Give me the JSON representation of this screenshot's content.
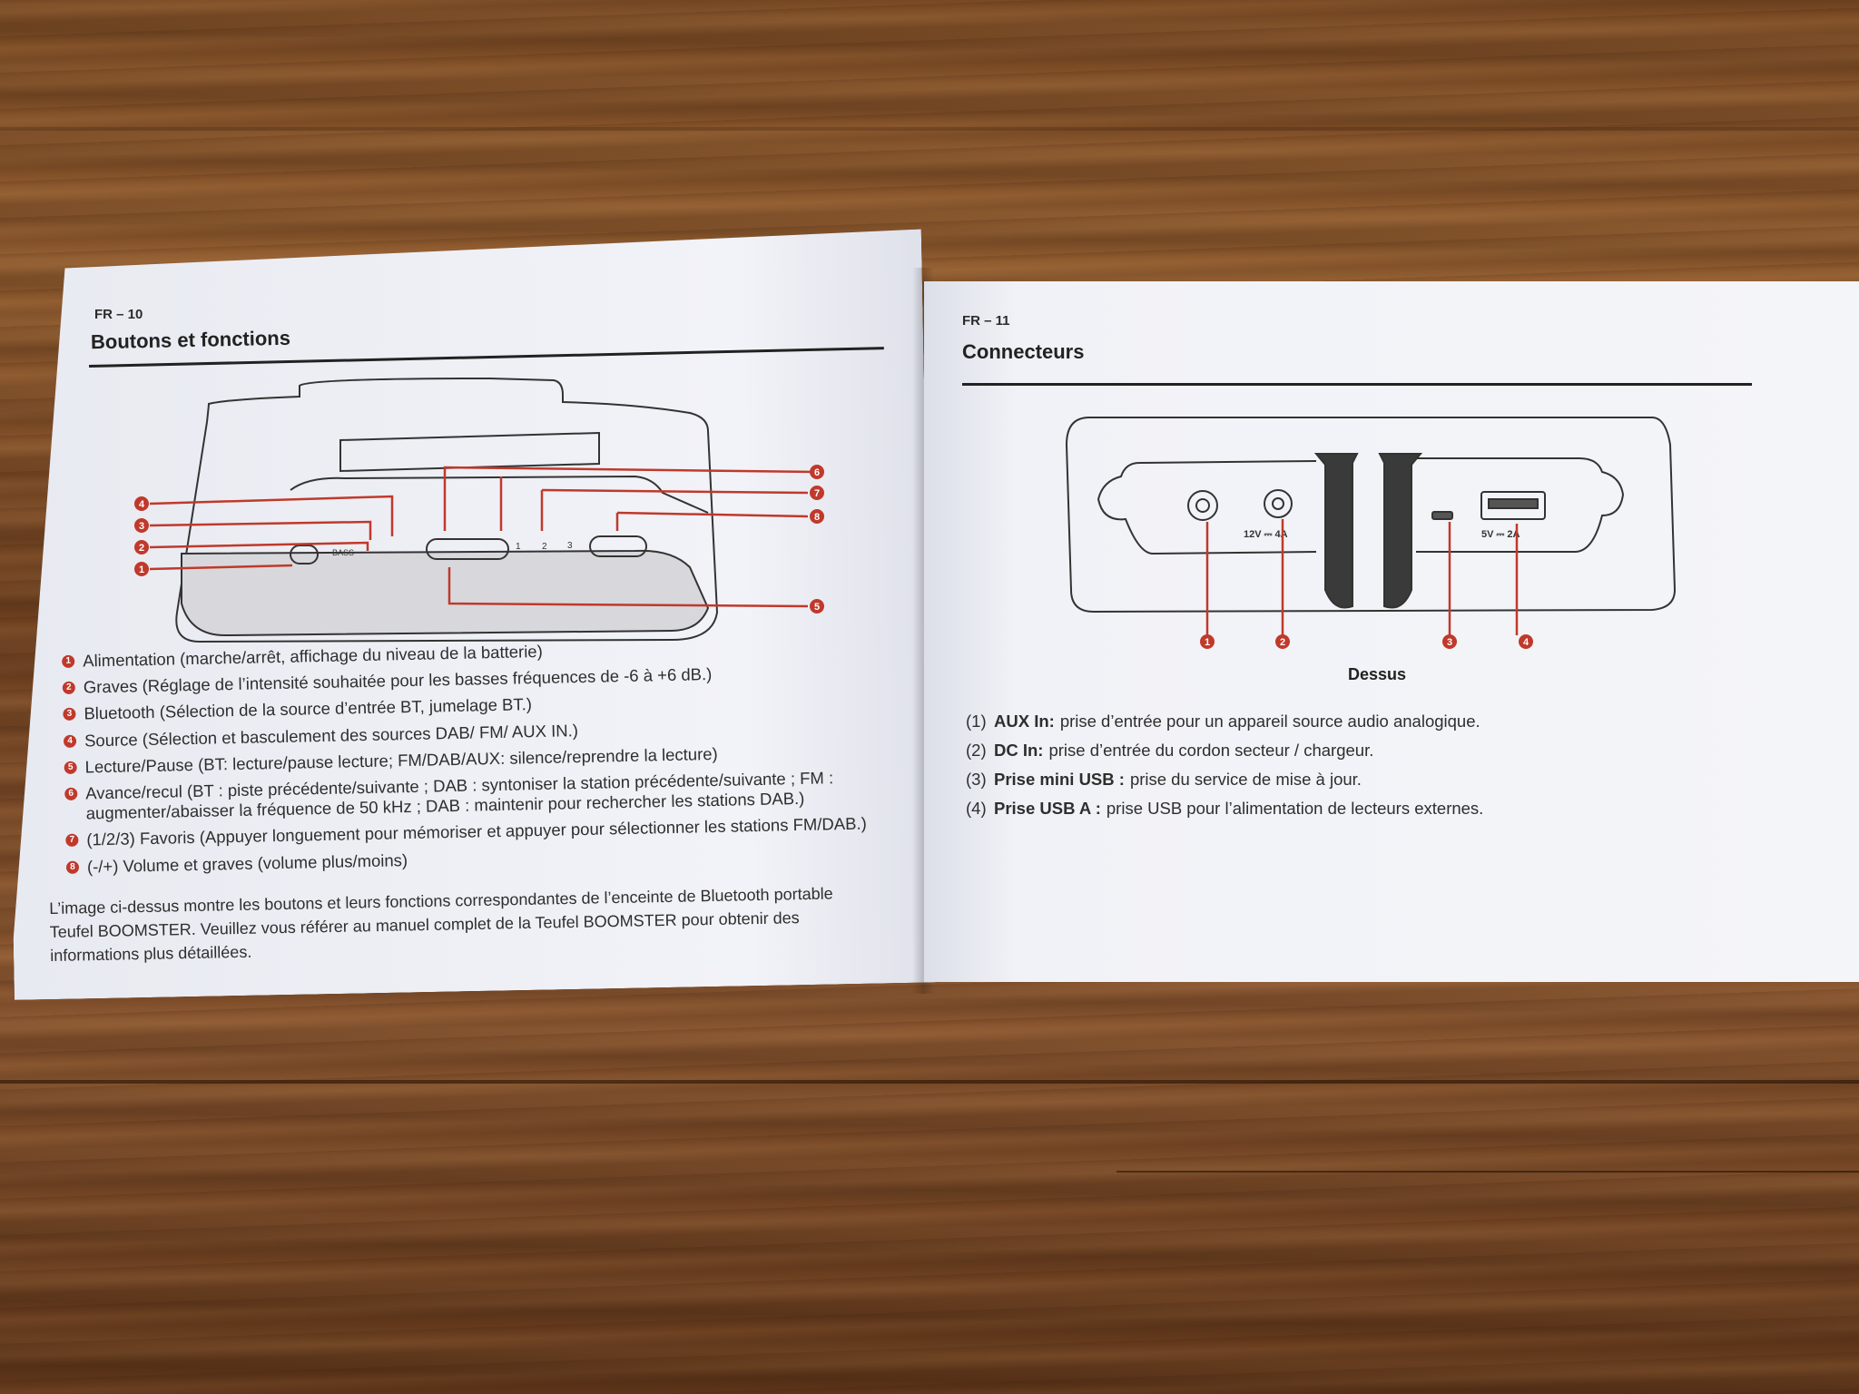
{
  "left_page": {
    "folio": "FR – 10",
    "title": "Boutons et fonctions",
    "legend": [
      {
        "num": "1",
        "text": "Alimentation (marche/arrêt, affichage du niveau de la batterie)"
      },
      {
        "num": "2",
        "text": "Graves (Réglage de l’intensité souhaitée pour les basses fréquences de -6 à +6 dB.)"
      },
      {
        "num": "3",
        "text": "Bluetooth (Sélection de la source d’entrée BT, jumelage BT.)"
      },
      {
        "num": "4",
        "text": "Source (Sélection et basculement des sources DAB/ FM/ AUX IN.)"
      },
      {
        "num": "5",
        "text": "Lecture/Pause (BT: lecture/pause lecture; FM/DAB/AUX: silence/reprendre la lecture)"
      },
      {
        "num": "6",
        "text": "Avance/recul (BT : piste précédente/suivante ; DAB : syntoniser la station précédente/suivante ; FM :",
        "text2": "augmenter/abaisser la fréquence de 50 kHz ; DAB : maintenir pour rechercher les stations DAB.)"
      },
      {
        "num": "7",
        "text": "(1/2/3) Favoris (Appuyer longuement pour mémoriser et appuyer pour sélectionner les stations FM/DAB.)"
      },
      {
        "num": "8",
        "text": "(-/+) Volume et graves (volume plus/moins)"
      }
    ],
    "paragraph_lines": [
      "L’image ci-dessus montre les boutons et leurs fonctions correspondantes de l’enceinte de Bluetooth portable",
      "Teufel BOOMSTER. Veuillez vous référer au manuel complet de la Teufel BOOMSTER pour obtenir des",
      "informations plus détaillées."
    ],
    "diagram": {
      "button_labels": [
        "BASS",
        "1",
        "2",
        "3"
      ],
      "callouts": [
        "1",
        "2",
        "3",
        "4",
        "5",
        "6",
        "7",
        "8"
      ]
    }
  },
  "right_page": {
    "folio": "FR – 11",
    "title": "Connecteurs",
    "diagram": {
      "dc_label": "12V ⎓ 4A",
      "usb_label": "5V ⎓ 2A",
      "callouts": [
        "1",
        "2",
        "3",
        "4"
      ],
      "caption": "Dessus"
    },
    "connectors": [
      {
        "num": "(1)",
        "name": "AUX In:",
        "desc": "prise d’entrée pour un appareil source audio analogique."
      },
      {
        "num": "(2)",
        "name": "DC In:",
        "desc": "prise d’entrée du cordon secteur / chargeur."
      },
      {
        "num": "(3)",
        "name": "Prise mini USB :",
        "desc": "prise du service de mise à jour."
      },
      {
        "num": "(4)",
        "name": "Prise USB A :",
        "desc": "prise USB pour l’alimentation de lecteurs externes."
      }
    ]
  },
  "colors": {
    "accent_red": "#c0392b",
    "ink": "#2e2e2e",
    "paper": "#f2f3f8"
  }
}
